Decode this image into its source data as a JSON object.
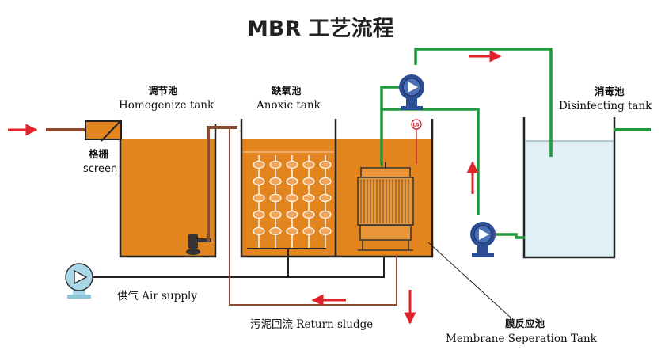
{
  "title": "MBR 工艺流程",
  "labels": {
    "homogenize_cn": "调节池",
    "homogenize_en": "Homogenize tank",
    "anoxic_cn": "缺氧池",
    "anoxic_en": "Anoxic tank",
    "disinfecting_cn": "消毒池",
    "disinfecting_en": "Disinfecting tank",
    "screen_cn": "格栅",
    "screen_en": "screen",
    "air_supply": "供气 Air supply",
    "return_sludge": "污泥回流 Return sludge",
    "membrane_cn": "膜反应池",
    "membrane_en": "Membrane Seperation Tank",
    "level_switch": "LS"
  },
  "colors": {
    "sludge_orange": "#e2851f",
    "pipe_brown": "#8b4a2b",
    "pipe_green": "#1f9a3b",
    "arrow_red": "#e0222a",
    "pump_blue": "#2c4d93",
    "clean_water": "#dff1f7",
    "diffuser_orange": "#f0a55a"
  }
}
